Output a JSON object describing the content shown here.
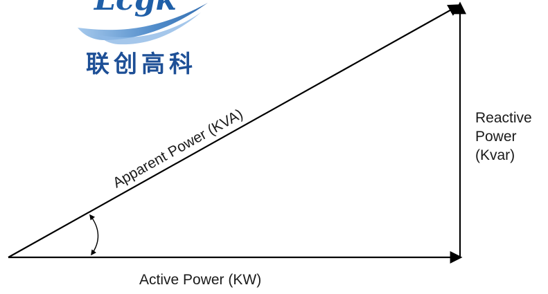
{
  "logo": {
    "wordmark": "Lcgk",
    "chinese_name": "联创高科",
    "colors": {
      "wordmark": "#1f5fa8",
      "swoosh_dark": "#2b6db5",
      "swoosh_light": "#8fb9e6",
      "chinese_name": "#1d4f96"
    }
  },
  "diagram": {
    "hypotenuse_label": "Apparent Power (KVA)",
    "base_label": "Active Power (KW)",
    "vertical_label_lines": [
      "Reactive",
      "Power",
      "(Kvar)"
    ],
    "line_color": "#000000",
    "text_color": "#1a1a1a"
  }
}
